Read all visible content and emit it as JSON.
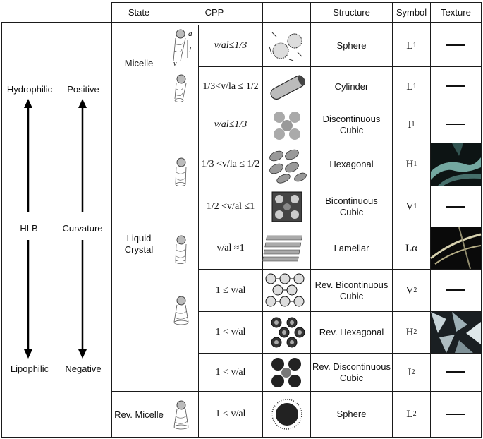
{
  "header": {
    "state": "State",
    "cpp": "CPP",
    "structure": "Structure",
    "symbol": "Symbol",
    "texture": "Texture"
  },
  "axis": {
    "hlb_top": "Hydrophilic",
    "hlb_mid": "HLB",
    "hlb_bottom": "Lipophilic",
    "curv_top": "Positive",
    "curv_mid": "Curvature",
    "curv_bottom": "Negative"
  },
  "molecule_labels": {
    "a": "a",
    "l": "l",
    "v": "v"
  },
  "states": [
    {
      "name": "Micelle"
    },
    {
      "name_line1": "Liquid",
      "name_line2": "Crystal"
    },
    {
      "name": "Rev. Micelle"
    }
  ],
  "rows": [
    {
      "cpp": "v/al≤1/3",
      "structure": "Sphere",
      "symbol": "L",
      "sub": "1",
      "texture": "none"
    },
    {
      "cpp": "1/3<v/la ≤ 1/2",
      "structure": "Cylinder",
      "symbol": "L",
      "sub": "1",
      "texture": "none"
    },
    {
      "cpp": "v/al≤1/3",
      "structure_line1": "Discontinuous",
      "structure_line2": "Cubic",
      "symbol": "I",
      "sub": "1",
      "texture": "none"
    },
    {
      "cpp": "1/3 <v/la ≤ 1/2",
      "structure": "Hexagonal",
      "symbol": "H",
      "sub": "1",
      "texture": "micrograph"
    },
    {
      "cpp": "1/2 <v/al ≤1",
      "structure_line1": "Bicontinuous",
      "structure_line2": "Cubic",
      "symbol": "V",
      "sub": "1",
      "texture": "none"
    },
    {
      "cpp": "v/al ≈1",
      "structure": "Lamellar",
      "symbol": "Lα",
      "sub": "",
      "texture": "micrograph"
    },
    {
      "cpp": "1 ≤ v/al",
      "structure_line1": "Rev. Bicontinuous",
      "structure_line2": "Cubic",
      "symbol": "V",
      "sub": "2",
      "texture": "none"
    },
    {
      "cpp": "1 < v/al",
      "structure": "Rev. Hexagonal",
      "symbol": "H",
      "sub": "2",
      "texture": "micrograph"
    },
    {
      "cpp": "1 < v/al",
      "structure_line1": "Rev. Discontinuous",
      "structure_line2": "Cubic",
      "symbol": "I",
      "sub": "2",
      "texture": "none"
    },
    {
      "cpp": "1 < v/al",
      "structure": "Sphere",
      "symbol": "L",
      "sub": "2",
      "texture": "none"
    }
  ],
  "colors": {
    "line": "#1a1a1a",
    "texture_dark": "#0d1414",
    "texture_teal": "#7fb8b0"
  }
}
